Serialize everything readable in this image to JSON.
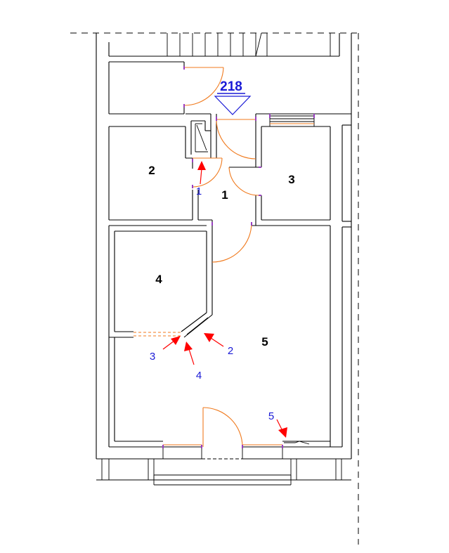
{
  "plan_tag": {
    "label": "218",
    "color": "#1a1ad6"
  },
  "rooms": [
    {
      "id": "1",
      "label": "1"
    },
    {
      "id": "2",
      "label": "2"
    },
    {
      "id": "3",
      "label": "3"
    },
    {
      "id": "4",
      "label": "4"
    },
    {
      "id": "5",
      "label": "5"
    }
  ],
  "view_markers": [
    {
      "id": "1",
      "label": "1"
    },
    {
      "id": "2",
      "label": "2"
    },
    {
      "id": "3",
      "label": "3"
    },
    {
      "id": "4",
      "label": "4"
    },
    {
      "id": "5",
      "label": "5"
    }
  ],
  "colors": {
    "arrow": "#ff0000",
    "view_label": "#1a1ad6",
    "door": "#f07a1e",
    "jamb": "#9a3fc2",
    "wall": "#000000"
  }
}
